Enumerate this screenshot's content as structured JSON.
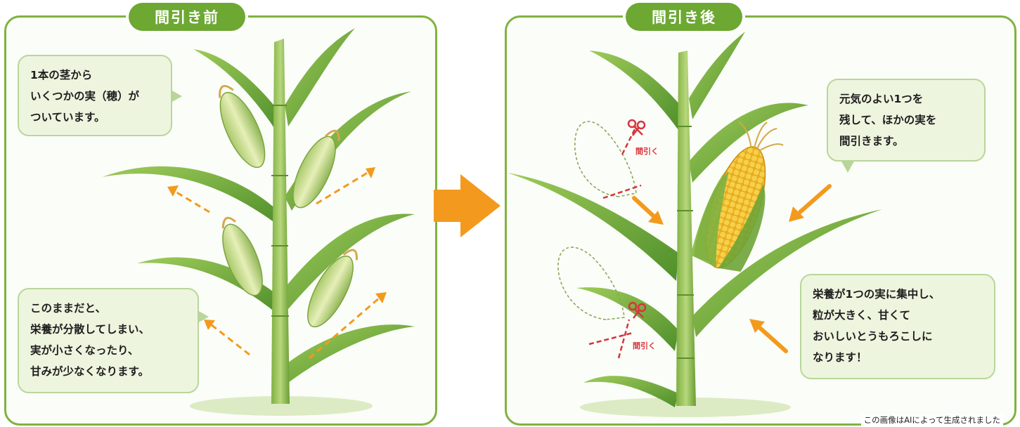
{
  "before_panel": {
    "tab": "間引き前",
    "bubble_stalk": [
      "1本の茎から",
      "いくつかの実（穂）が",
      "ついています。"
    ],
    "bubble_scatter": [
      "このままだと、",
      "栄養が分散してしまい、",
      "実が小さくなったり、",
      "甘みが少なくなります。"
    ]
  },
  "after_panel": {
    "tab": "間引き後",
    "bubble_keep": [
      "元気のよい1つを",
      "残して、ほかの実を",
      "間引きます。"
    ],
    "bubble_result": [
      "栄養が1つの実に集中し、",
      "粒が大きく、甘くて",
      "おいしいとうもろこしに",
      "なります！"
    ],
    "thin_label_1": "間引く",
    "thin_label_2": "間引く"
  },
  "credit": "この画像はAIによって生成されました",
  "colors": {
    "frame_green": "#7fb33f",
    "tab_green": "#6da832",
    "arrow_orange": "#f39a1e",
    "cut_red": "#d8343d",
    "kernel_yellow": "#f4c430"
  },
  "icons": [
    "scissors-icon",
    "transition-arrow-icon"
  ]
}
